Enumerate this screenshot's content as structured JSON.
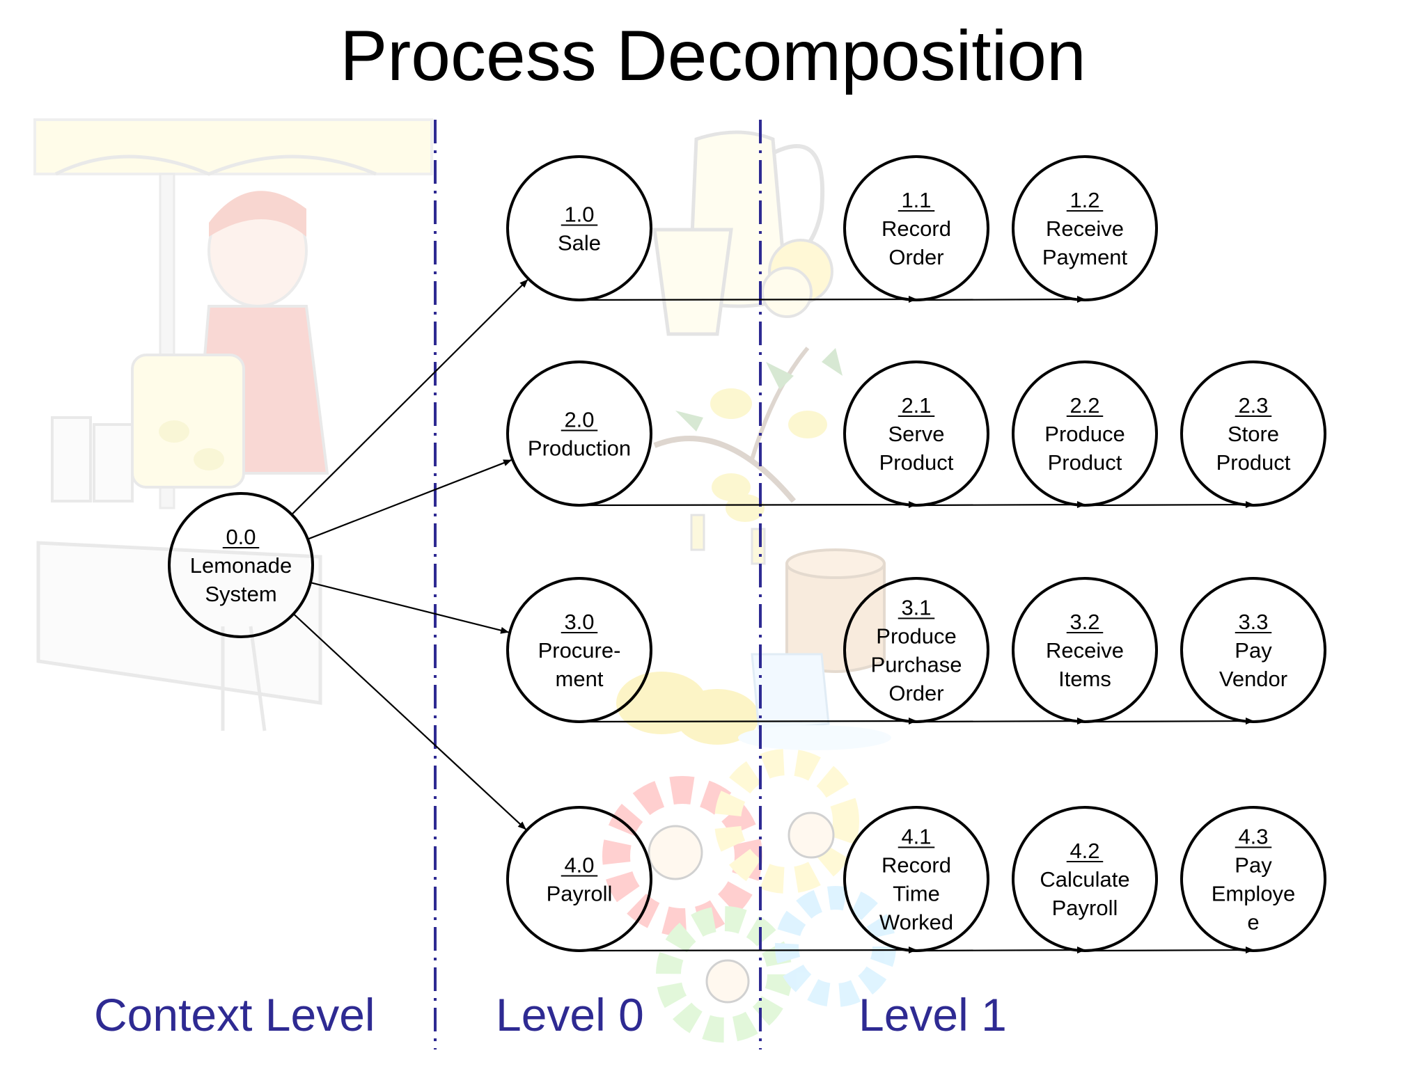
{
  "title": "Process Decomposition",
  "levels": {
    "context": "Context Level",
    "level0": "Level 0",
    "level1": "Level 1"
  },
  "colors": {
    "divider": "#2e2a92",
    "level_label": "#2e2a92",
    "node_stroke": "#000000"
  },
  "context_node": {
    "id": "0.0",
    "label": [
      "Lemonade",
      "System"
    ]
  },
  "rows": [
    {
      "parent": {
        "id": "1.0",
        "label": [
          "Sale"
        ]
      },
      "children": [
        {
          "id": "1.1",
          "label": [
            "Record",
            "Order"
          ]
        },
        {
          "id": "1.2",
          "label": [
            "Receive",
            "Payment"
          ]
        }
      ]
    },
    {
      "parent": {
        "id": "2.0",
        "label": [
          "Production"
        ]
      },
      "children": [
        {
          "id": "2.1",
          "label": [
            "Serve",
            "Product"
          ]
        },
        {
          "id": "2.2",
          "label": [
            "Produce",
            "Product"
          ]
        },
        {
          "id": "2.3",
          "label": [
            "Store",
            "Product"
          ]
        }
      ]
    },
    {
      "parent": {
        "id": "3.0",
        "label": [
          "Procure-",
          "ment"
        ]
      },
      "children": [
        {
          "id": "3.1",
          "label": [
            "Produce",
            "Purchase",
            "Order"
          ]
        },
        {
          "id": "3.2",
          "label": [
            "Receive",
            "Items"
          ]
        },
        {
          "id": "3.3",
          "label": [
            "Pay",
            "Vendor"
          ]
        }
      ]
    },
    {
      "parent": {
        "id": "4.0",
        "label": [
          "Payroll"
        ]
      },
      "children": [
        {
          "id": "4.1",
          "label": [
            "Record",
            "Time",
            "Worked"
          ]
        },
        {
          "id": "4.2",
          "label": [
            "Calculate",
            "Payroll"
          ]
        },
        {
          "id": "4.3",
          "label": [
            "Pay",
            "Employe",
            "e"
          ]
        }
      ]
    }
  ],
  "background_illustrations": [
    "lemonade-stand-vendor",
    "lemonade-pitcher-and-glass",
    "lemon-tree-branch",
    "honey-pot-lemons-ice",
    "gears-with-faces"
  ]
}
